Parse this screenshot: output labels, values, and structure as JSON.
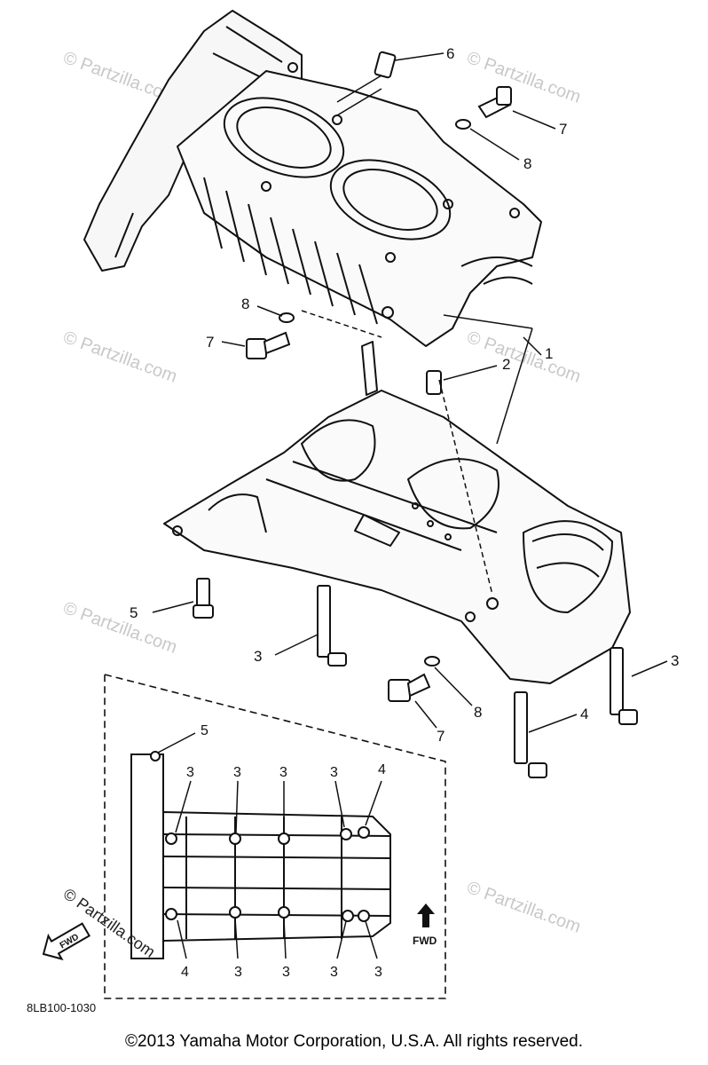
{
  "diagram": {
    "callouts": {
      "c1": "1",
      "c2": "2",
      "c3a": "3",
      "c3b": "3",
      "c4a": "4",
      "c5a": "5",
      "c6": "6",
      "c7a": "7",
      "c7b": "7",
      "c7c": "7",
      "c8a": "8",
      "c8b": "8",
      "c8c": "8",
      "i5": "5",
      "i3t1": "3",
      "i3t2": "3",
      "i3t3": "3",
      "i3t4": "3",
      "i4t": "4",
      "i4b": "4",
      "i3b1": "3",
      "i3b2": "3",
      "i3b3": "3",
      "i3b4": "3"
    },
    "fwd_inset": "FWD",
    "fwd_arrow": "FWD",
    "drawing_code": "8LB100-1030",
    "watermark": "© Partzilla.com"
  },
  "footer": {
    "copyright": "©2013 Yamaha Motor Corporation, U.S.A. All rights reserved."
  }
}
